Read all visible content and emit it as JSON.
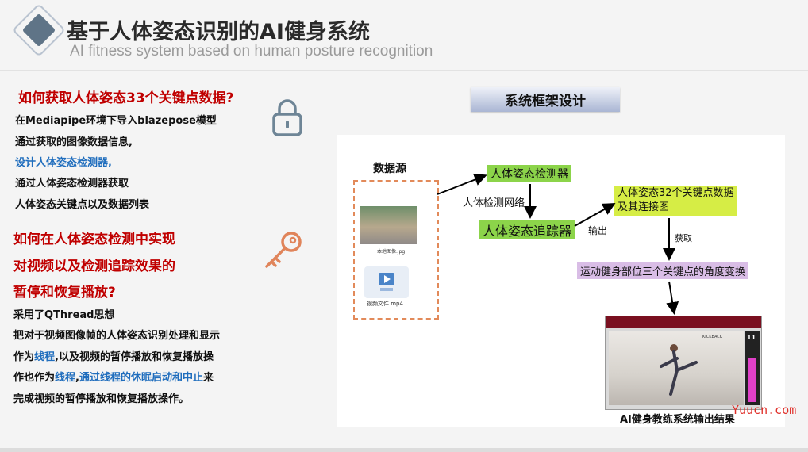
{
  "header": {
    "title": "基于人体姿态识别的AI健身系统",
    "subtitle": "AI fitness system based on human posture recognition"
  },
  "left": {
    "q1": "如何获取人体姿态33个关键点数据?",
    "q1_lines": [
      "在Mediapipe环境下导入blazepose模型",
      "通过获取的图像数据信息,",
      "设计人体姿态检测器,",
      "通过人体姿态检测器获取",
      "人体姿态关键点以及数据列表"
    ],
    "q2_lines": [
      "如何在人体姿态检测中实现",
      "对视频以及检测追踪效果的",
      "暂停和恢复播放?"
    ],
    "a2": {
      "l1": "采用了QThread思想",
      "l2": "把对于视频图像帧的人体姿态识别处理和显示",
      "l3a": "作为",
      "l3b": "线程",
      "l3c": ",以及视频的暂停播放和恢复播放操",
      "l4a": "作也作为",
      "l4b": "线程",
      "l4c": ",",
      "l4d": "通过线程的休眠启动和中止",
      "l4e": "来",
      "l5": "完成视频的暂停播放和恢复播放操作。"
    },
    "icons": [
      "lock-icon",
      "key-icon"
    ]
  },
  "diagram": {
    "section_title": "系统框架设计",
    "data_source": "数据源",
    "img_caption": "本地图像.jpg",
    "video_caption": "视频文件.mp4",
    "detector": "人体姿态检测器",
    "detect_net": "人体检测网络",
    "tracker": "人体姿态追踪器",
    "output": "输出",
    "keypoints_l1": "人体姿态32个关键点数据",
    "keypoints_l2": "及其连接图",
    "acquire": "获取",
    "angle": "运动健身部位三个关键点的角度变换",
    "result_caption": "AI健身教练系统输出结果",
    "screen_label": "KICKBACK",
    "screen_count": "11"
  },
  "watermark": "Yuucn.com",
  "colors": {
    "red": "#c00000",
    "blue": "#1f6dbd",
    "green": "#8cd44a",
    "lime": "#d6ed45",
    "purple": "#d9bde6"
  }
}
